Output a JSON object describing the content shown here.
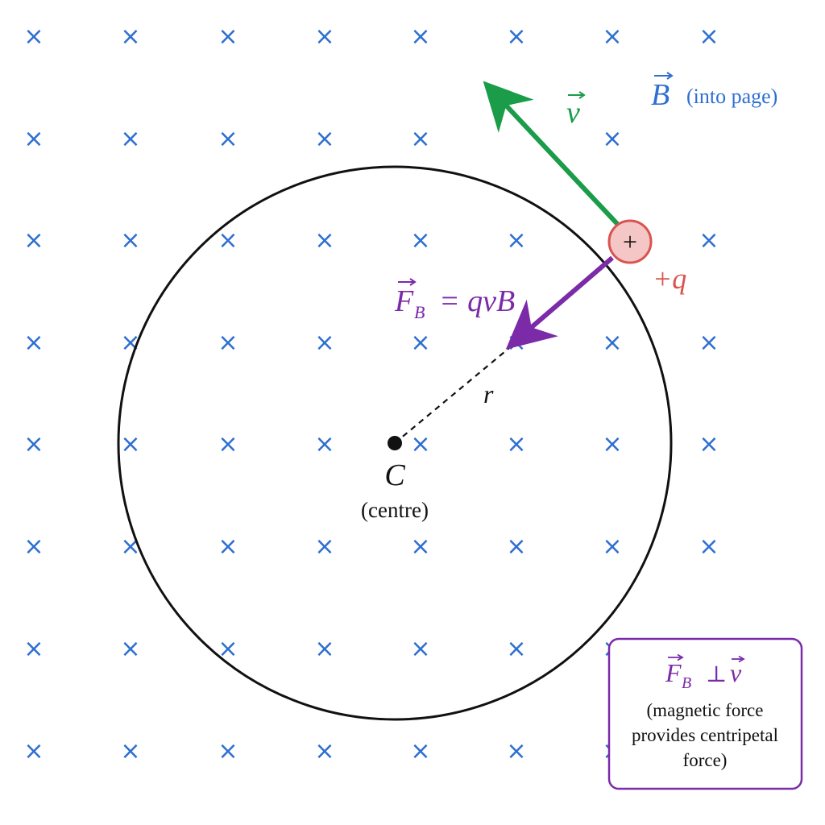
{
  "field": {
    "symbol": "×",
    "label_symbol": "B",
    "label_text": "(into page)",
    "color": "#2e6fd1"
  },
  "particle": {
    "sign": "+",
    "charge_label": "+q",
    "fill": "#f5c6c6",
    "stroke": "#d9534f"
  },
  "velocity": {
    "label": "v",
    "color": "#1a9c48"
  },
  "force": {
    "label_F": "F",
    "label_sub": "B",
    "label_eq": "= qvB",
    "color": "#7b2aa8"
  },
  "radius_label": "r",
  "centre": {
    "label": "C",
    "sublabel": "(centre)"
  },
  "note_box": {
    "title_F": "F",
    "title_sub": "B",
    "title_perp": "⊥",
    "title_v": "v",
    "line1": "(magnetic force",
    "line2": "provides centripetal",
    "line3": "force)",
    "color": "#7b2aa8"
  }
}
